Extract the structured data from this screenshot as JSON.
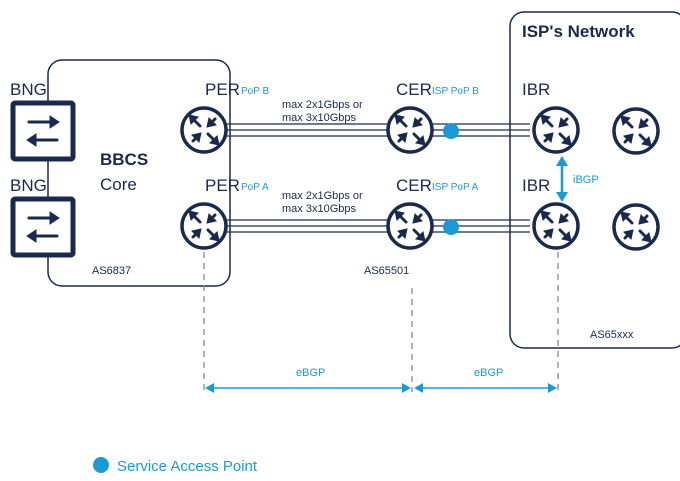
{
  "isp_network": {
    "title": "ISP's Network",
    "as_number": "AS65xxx"
  },
  "bbcs_core": {
    "name": "BBCS",
    "subtitle": "Core",
    "as_number": "AS6837"
  },
  "bng_top": {
    "label": "BNG"
  },
  "bng_bottom": {
    "label": "BNG"
  },
  "per_top": {
    "label": "PER",
    "pop": "PoP B"
  },
  "per_bottom": {
    "label": "PER",
    "pop": "PoP A"
  },
  "cer_top": {
    "label": "CER",
    "pop": "ISP PoP B"
  },
  "cer_bottom": {
    "label": "CER",
    "pop": "ISP PoP A"
  },
  "cer_as": "AS65501",
  "ibr_top": {
    "label": "IBR"
  },
  "ibr_bottom": {
    "label": "IBR"
  },
  "link_top": {
    "line1": "max 2x1Gbps or",
    "line2": "max 3x10Gbps"
  },
  "link_bottom": {
    "line1": "max 2x1Gbps or",
    "line2": "max 3x10Gbps"
  },
  "ibgp": "iBGP",
  "ebgp_left": "eBGP",
  "ebgp_right": "eBGP",
  "legend": {
    "service_access_point": "Service Access Point"
  },
  "colors": {
    "navy": "#1a2a4f",
    "accent": "#1b9ad8"
  },
  "icons": {
    "router": "router-icon",
    "switch": "switch-icon"
  }
}
